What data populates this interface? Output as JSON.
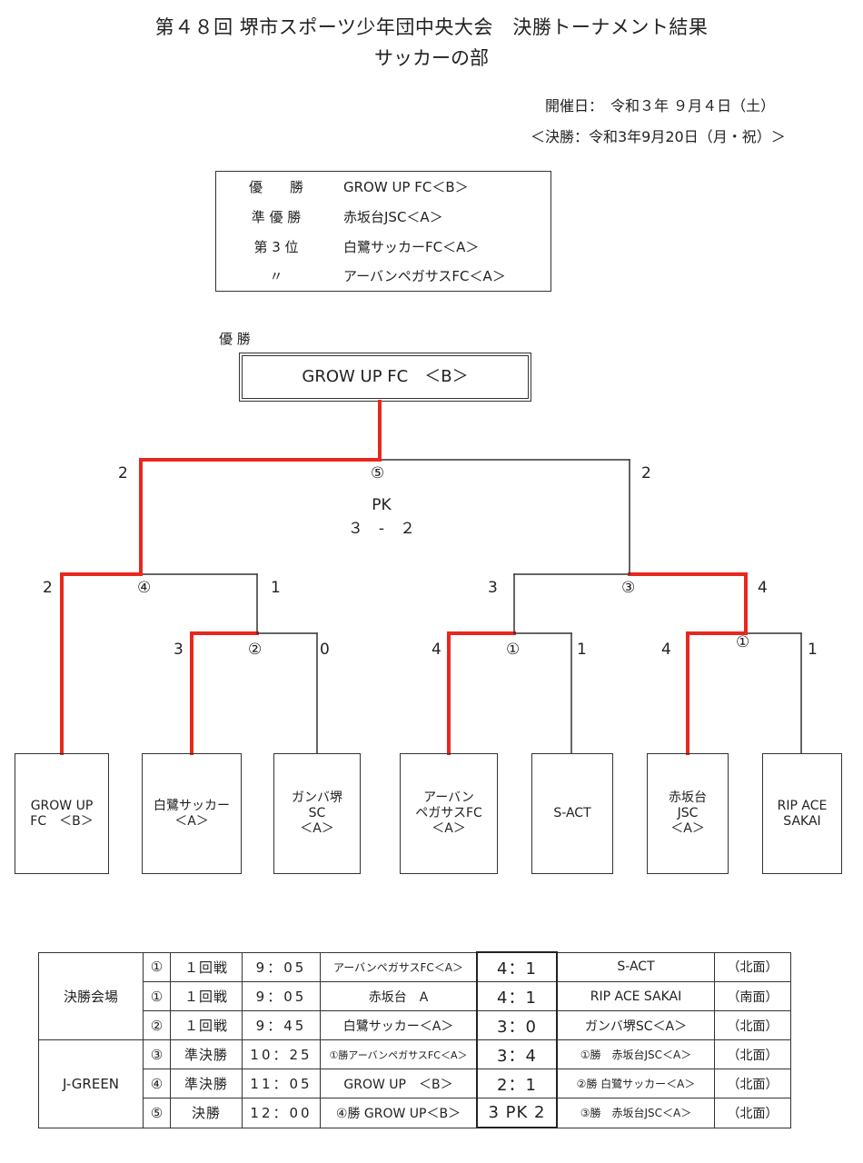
{
  "header": {
    "title": "第４８回 堺市スポーツ少年団中央大会　決勝トーナメント結果",
    "subtitle": "サッカーの部",
    "date_line": "開催日：　令和３年 ９月４日（土）",
    "final_date_line": "＜決勝：令和3年9月20日（月・祝）＞"
  },
  "results": [
    {
      "rank": "優　　勝",
      "team": "GROW UP FC＜B＞"
    },
    {
      "rank": "準 優 勝",
      "team": "赤坂台JSC＜A＞"
    },
    {
      "rank": "第 3 位",
      "team": "白鷺サッカーFC＜A＞"
    },
    {
      "rank": "〃",
      "team": "アーバンペガサスFC＜A＞"
    }
  ],
  "champion": {
    "label": "優 勝",
    "team": "GROW UP FC　＜B＞"
  },
  "colors": {
    "winner_line": "#e8281e",
    "line": "#333333",
    "text": "#222222"
  },
  "bracket": {
    "teams": [
      "GROW UP\nFC　＜B＞",
      "白鷺サッカー\n＜A＞",
      "ガンバ堺\nSC\n＜A＞",
      "アーバン\nペガサスFC\n＜A＞",
      "S-ACT",
      "赤坂台\nJSC\n＜A＞",
      "RIP ACE\nSAKAI"
    ],
    "matches": {
      "m2": {
        "label": "②",
        "left_score": "3",
        "right_score": "0",
        "winner": "left"
      },
      "m1a": {
        "label": "①",
        "left_score": "4",
        "right_score": "1",
        "winner": "left"
      },
      "m1b": {
        "label": "①",
        "left_score": "4",
        "right_score": "1",
        "winner": "left"
      },
      "m4": {
        "label": "④",
        "left_score": "2",
        "right_score": "1",
        "winner": "left"
      },
      "m3": {
        "label": "③",
        "left_score": "3",
        "right_score": "4",
        "winner": "right"
      },
      "m5": {
        "label": "⑤",
        "left_score": "2",
        "right_score": "2",
        "winner": "left",
        "pk_label": "PK",
        "pk_score": "３　-　２"
      }
    }
  },
  "schedule": {
    "venues": [
      "決勝会場",
      "J-GREEN"
    ],
    "rows": [
      {
        "no": "①",
        "round": "１回戦",
        "time": "9：05",
        "home": "アーバンペガサスFC＜A＞",
        "score": "4：1",
        "away": "S-ACT",
        "field": "（北面）"
      },
      {
        "no": "①",
        "round": "１回戦",
        "time": "9：05",
        "home": "赤坂台　A",
        "score": "4：1",
        "away": "RIP ACE SAKAI",
        "field": "（南面）"
      },
      {
        "no": "②",
        "round": "１回戦",
        "time": "9：45",
        "home": "白鷺サッカー＜A＞",
        "score": "3：0",
        "away": "ガンバ堺SC＜A＞",
        "field": "（北面）"
      },
      {
        "no": "③",
        "round": "準決勝",
        "time": "10：25",
        "home": "①勝アーバンペガサスFC＜A＞",
        "score": "3：4",
        "away": "①勝　赤坂台JSC＜A＞",
        "field": "（北面）"
      },
      {
        "no": "④",
        "round": "準決勝",
        "time": "11：05",
        "home": "GROW UP　＜B＞",
        "score": "2：1",
        "away": "②勝 白鷺サッカー＜A＞",
        "field": "（北面）"
      },
      {
        "no": "⑤",
        "round": "決勝",
        "time": "12：00",
        "home": "④勝 GROW UP＜B＞",
        "score": "3 PK 2",
        "away": "③勝　赤坂台JSC＜A＞",
        "field": "（北面）"
      }
    ]
  }
}
